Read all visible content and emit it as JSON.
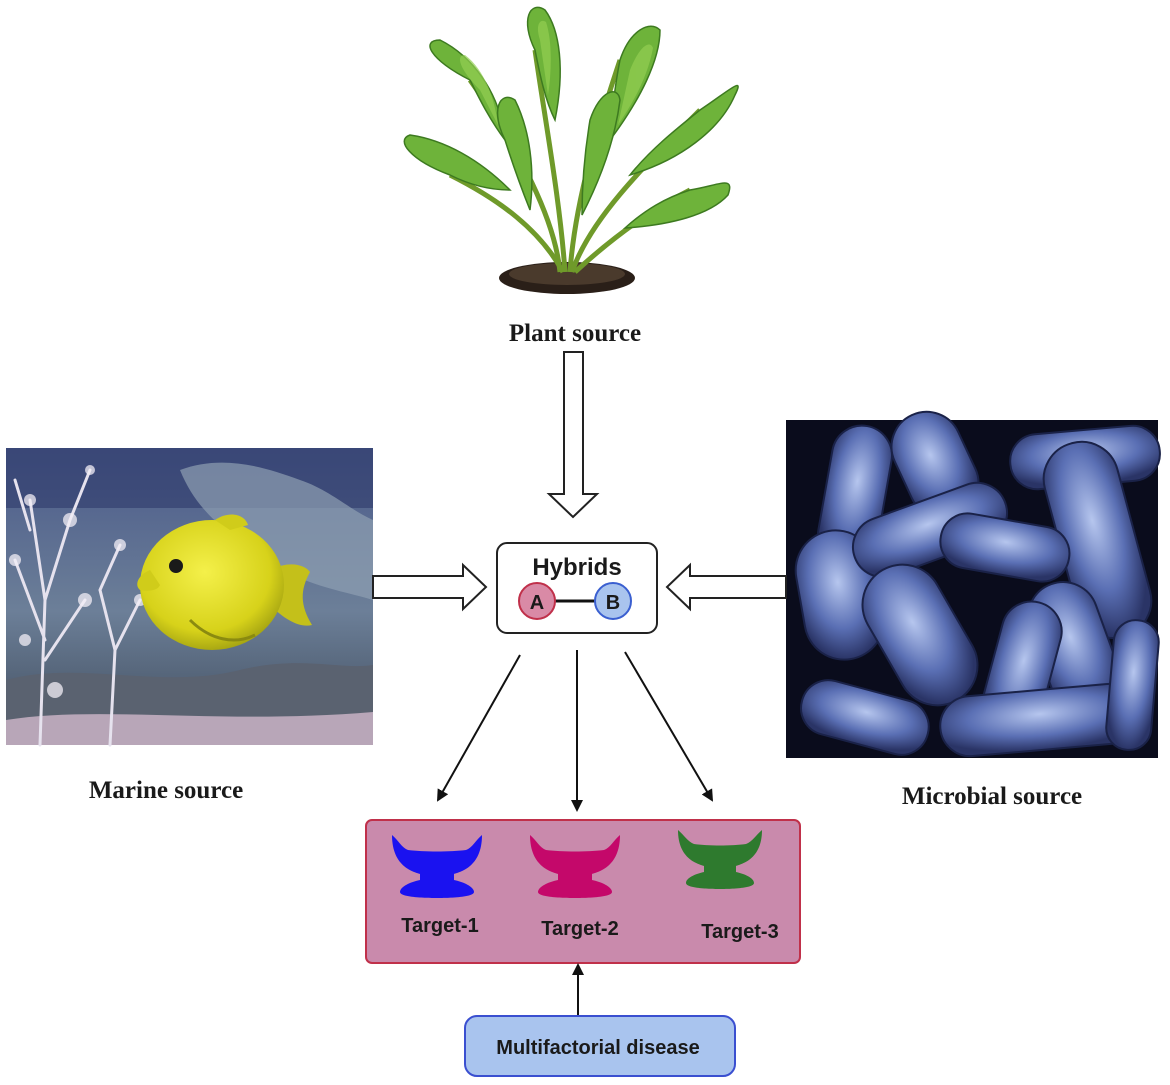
{
  "sources": {
    "plant": {
      "label": "Plant source",
      "icon": "plant-image"
    },
    "marine": {
      "label": "Marine source",
      "icon": "fish-image"
    },
    "microbial": {
      "label": "Microbial source",
      "icon": "bacteria-image"
    }
  },
  "hybrid": {
    "title": "Hybrids",
    "node_a": "A",
    "node_b": "B",
    "colors": {
      "a_fill": "#d98aa6",
      "a_stroke": "#c0304a",
      "b_fill": "#a9c4ee",
      "b_stroke": "#3a5fd0"
    }
  },
  "targets": {
    "panel_color": "#c98aac",
    "panel_border": "#c0304a",
    "items": [
      {
        "label": "Target-1",
        "color": "#1a12f0"
      },
      {
        "label": "Target-2",
        "color": "#c4086a"
      },
      {
        "label": "Target-3",
        "color": "#2e7a2e"
      }
    ]
  },
  "disease": {
    "label": "Multifactorial disease",
    "fill": "#a9c4ee",
    "border": "#3a4fd0"
  }
}
